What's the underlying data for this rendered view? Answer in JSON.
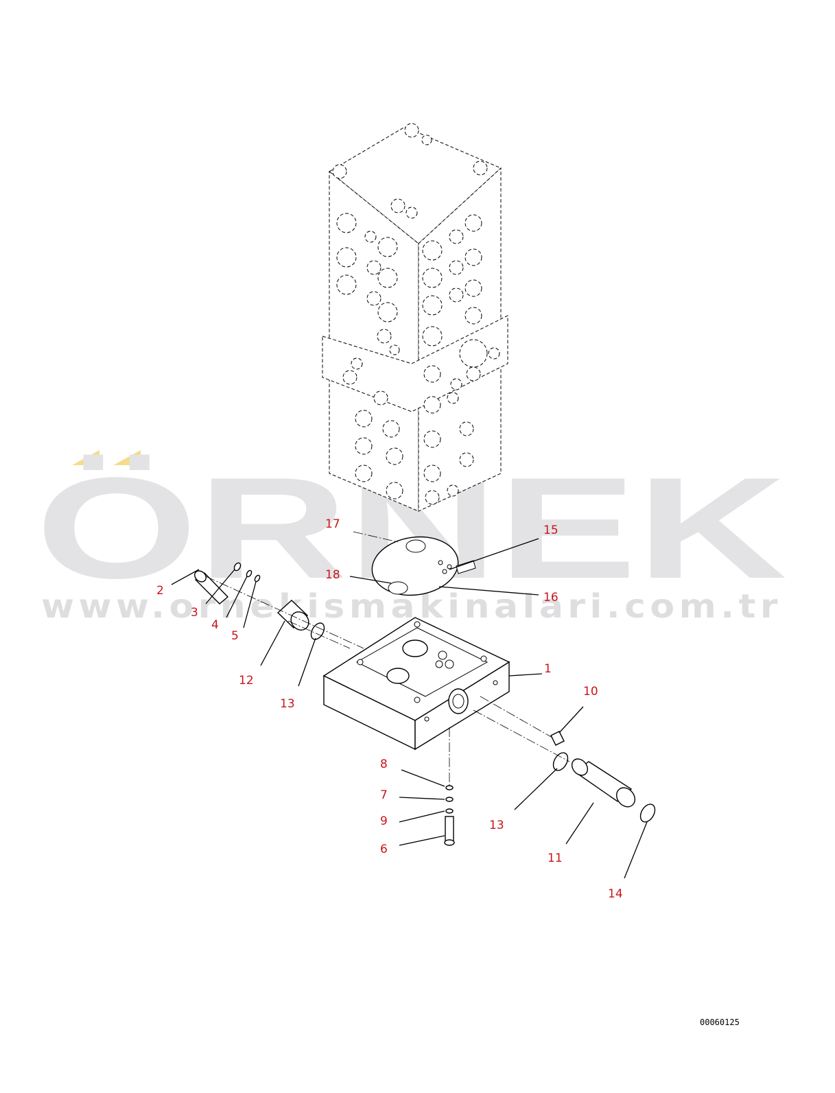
{
  "watermark": {
    "logo": "ÖRNEK",
    "url": "www.ornekismakinalari.com.tr",
    "accent_color": "#f5dc8a"
  },
  "drawing_number": "00060125",
  "callouts": [
    "1",
    "2",
    "3",
    "4",
    "5",
    "6",
    "7",
    "8",
    "9",
    "10",
    "11",
    "12",
    "13",
    "13",
    "14",
    "15",
    "16",
    "17",
    "18"
  ],
  "colors": {
    "callout": "#c8151b",
    "line": "#000000"
  }
}
